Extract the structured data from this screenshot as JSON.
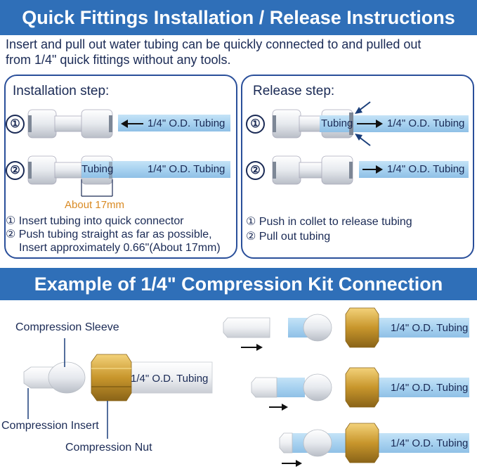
{
  "header": {
    "title": "Quick Fittings Installation / Release Instructions",
    "intro_line1": "Insert and pull out water tubing can be quickly connected to and pulled out",
    "intro_line2": "from 1/4\" quick fittings without any tools."
  },
  "installation": {
    "title": "Installation step:",
    "num1": "①",
    "num2": "②",
    "tubing_label_1": "1/4\" O.D. Tubing",
    "tubing_word": "Tubing",
    "tubing_label_2": "1/4\" O.D. Tubing",
    "measure": "About 17mm",
    "step1": "① Insert tubing into quick connector",
    "step2_line1": "② Push tubing straight as far as possible,",
    "step2_line2": "Insert approximately 0.66\"(About 17mm)"
  },
  "release": {
    "title": "Release step:",
    "num1": "①",
    "num2": "②",
    "tubing_word": "Tubing",
    "tubing_label_1": "1/4\" O.D. Tubing",
    "tubing_label_2": "1/4\" O.D. Tubing",
    "step1": "① Push in collet to release tubing",
    "step2": "② Pull out tubing"
  },
  "compression": {
    "title": "Example of 1/4\" Compression Kit Connection",
    "sleeve_label": "Compression Sleeve",
    "insert_label": "Compression Insert",
    "nut_label": "Compression Nut",
    "main_tubing_label": "1/4\" O.D. Tubing",
    "step_tubing_labels": [
      "1/4\" O.D. Tubing",
      "1/4\" O.D. Tubing",
      "1/4\" O.D. Tubing"
    ]
  },
  "colors": {
    "banner": "#2f6fb8",
    "text": "#1a2a55",
    "tubing": "#a8d2f0",
    "brass": "#d4a53a",
    "orange": "#d98a23"
  }
}
